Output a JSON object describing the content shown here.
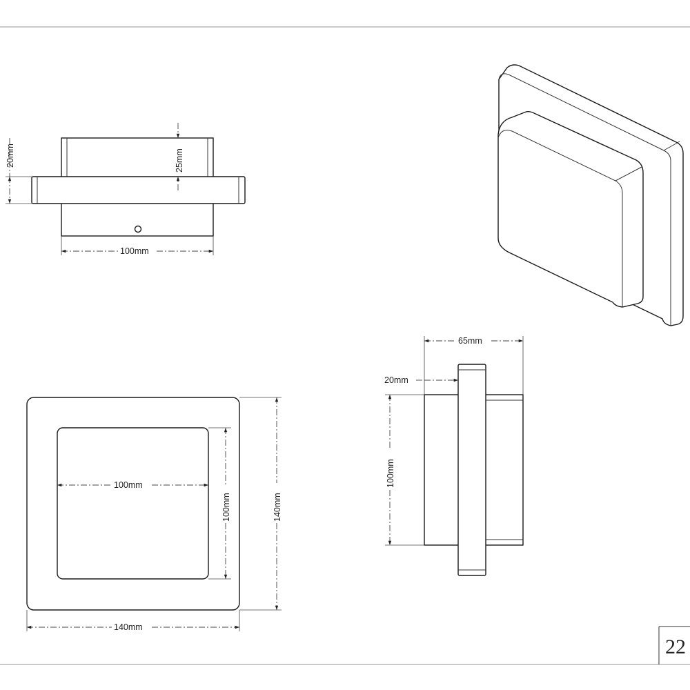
{
  "page_number": "22",
  "dimensions": {
    "top_view": {
      "height_plate": "20mm",
      "depth_body": "25mm",
      "width": "100mm"
    },
    "front_view": {
      "inner_width": "100mm",
      "inner_height": "100mm",
      "outer_height": "140mm",
      "outer_width": "140mm"
    },
    "side_view": {
      "total_depth": "65mm",
      "plate_offset": "20mm",
      "height": "100mm"
    }
  }
}
